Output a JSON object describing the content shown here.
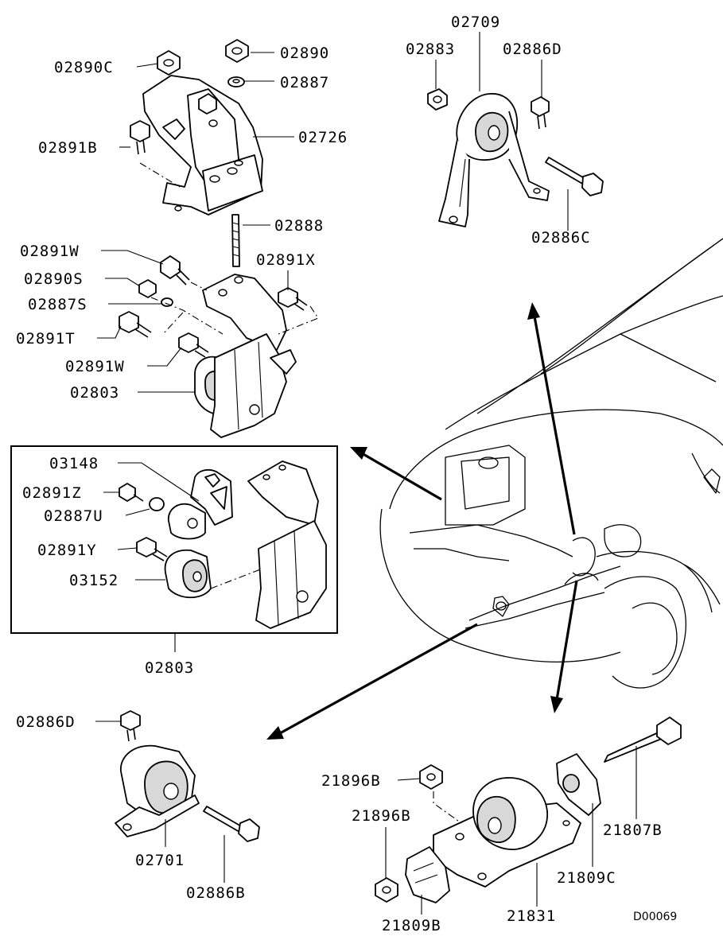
{
  "diagram_code": "D00069",
  "labels": {
    "p02709": "02709",
    "p02883": "02883",
    "p02886D_top": "02886D",
    "p02886C": "02886C",
    "p02890C": "02890C",
    "p02890": "02890",
    "p02887": "02887",
    "p02891B": "02891B",
    "p02726": "02726",
    "p02888": "02888",
    "p02891W_a": "02891W",
    "p02891X": "02891X",
    "p02890S": "02890S",
    "p02887S": "02887S",
    "p02891T": "02891T",
    "p02891W_b": "02891W",
    "p02803_top": "02803",
    "p03148": "03148",
    "p02891Z": "02891Z",
    "p02887U": "02887U",
    "p02891Y": "02891Y",
    "p03152": "03152",
    "p02803_box": "02803",
    "p02886D_bottom": "02886D",
    "p02701": "02701",
    "p02886B": "02886B",
    "p21896B_a": "21896B",
    "p21896B_b": "21896B",
    "p21807B": "21807B",
    "p21809C": "21809C",
    "p21809B": "21809B",
    "p21831": "21831"
  }
}
